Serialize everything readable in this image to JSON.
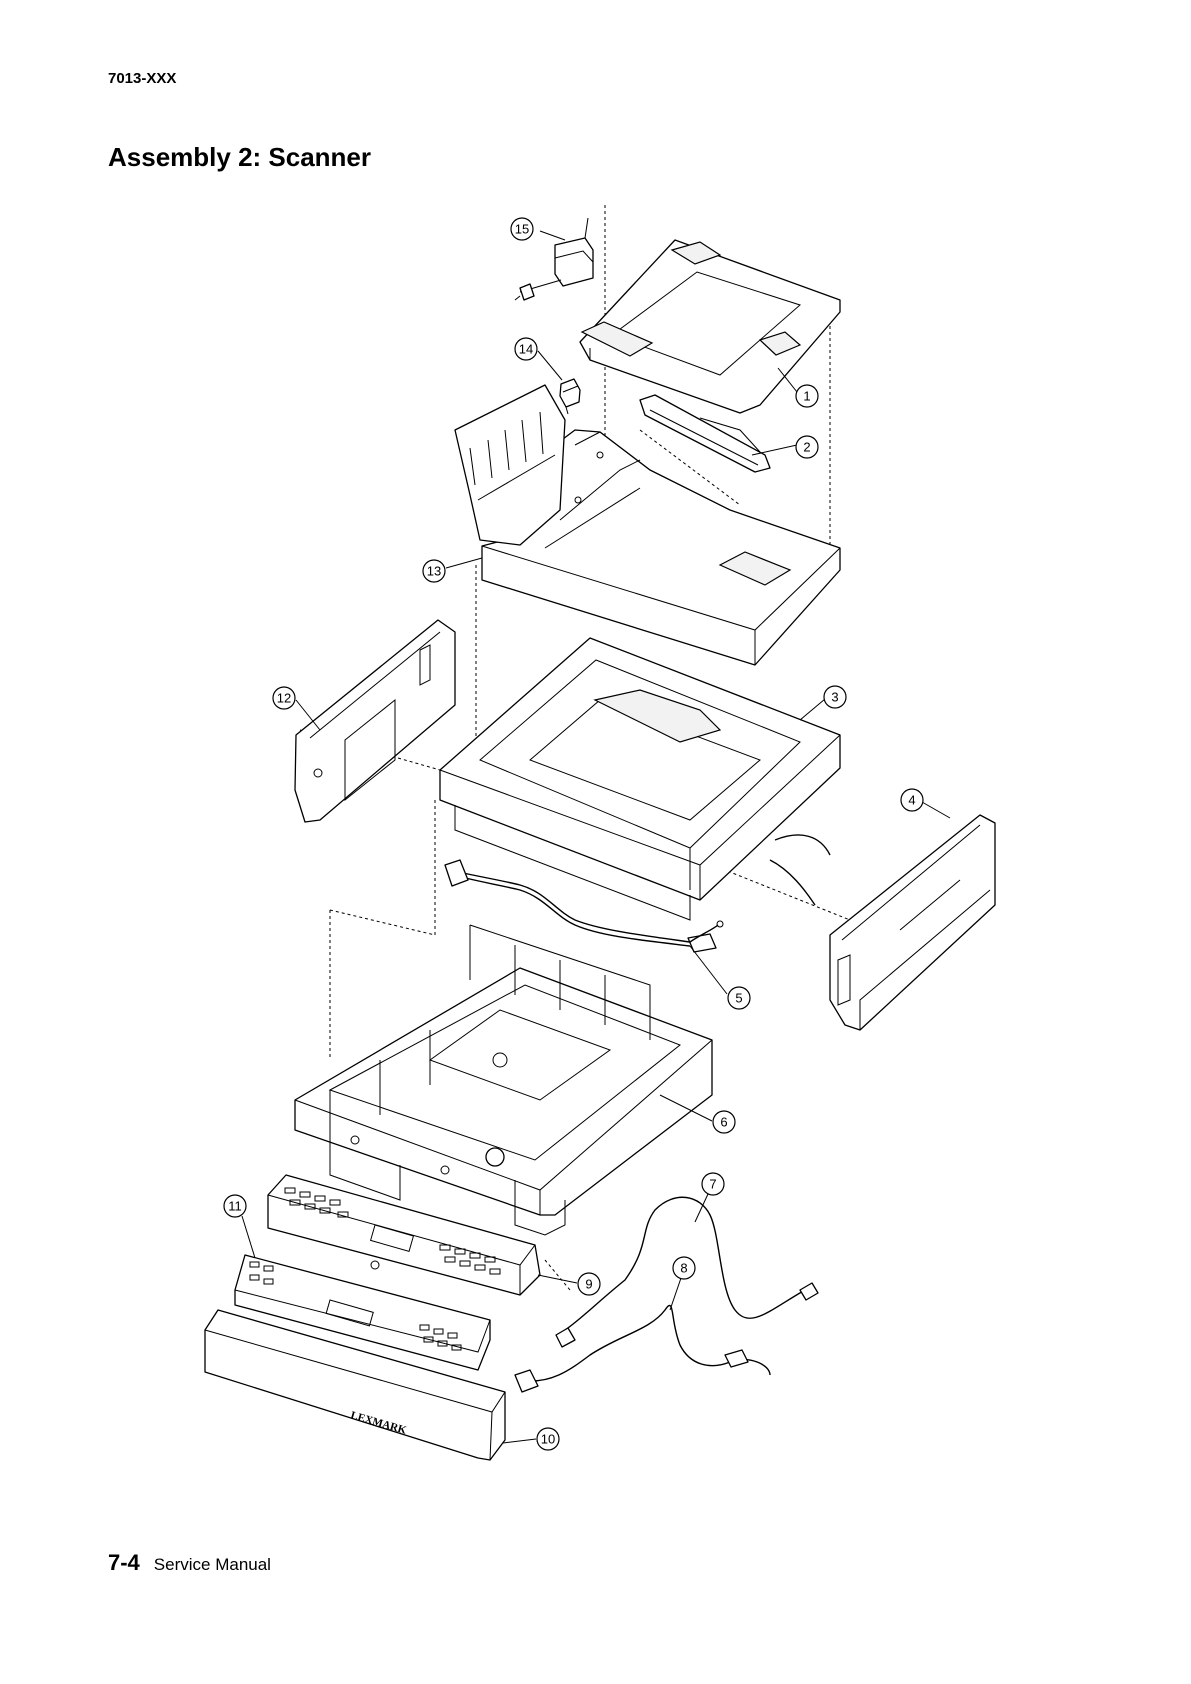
{
  "header": {
    "model_code": "7013-XXX"
  },
  "title": "Assembly 2:  Scanner",
  "footer": {
    "page_number": "7-4",
    "manual_label": "Service Manual"
  },
  "callouts": [
    "1",
    "2",
    "3",
    "4",
    "5",
    "6",
    "7",
    "8",
    "9",
    "10",
    "11",
    "12",
    "13",
    "14",
    "15"
  ],
  "logo_text": "LEXMARK"
}
